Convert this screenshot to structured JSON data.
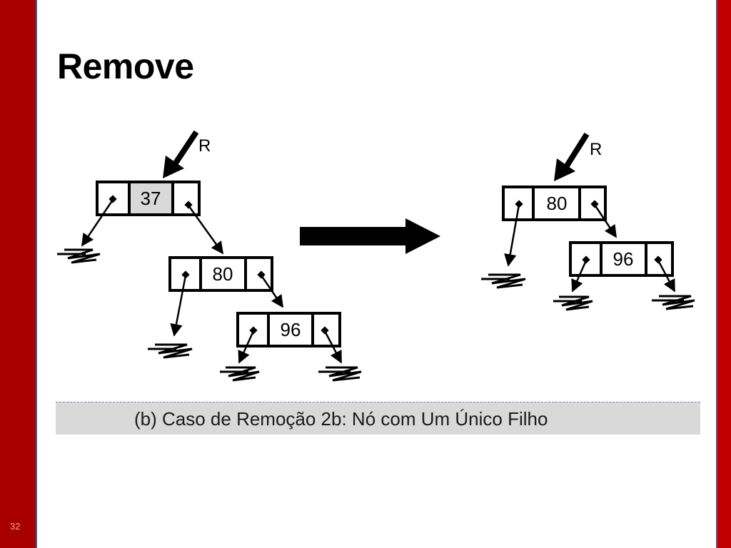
{
  "slide": {
    "title": "Remove",
    "slide_number": "32",
    "caption": "(b) Caso de Remoção 2b: Nó com Um Único Filho"
  },
  "diagram": {
    "before": {
      "root_label": "R",
      "nodes": [
        "37",
        "80",
        "96"
      ]
    },
    "after": {
      "root_label": "R",
      "nodes": [
        "80",
        "96"
      ]
    }
  },
  "colors": {
    "left_bar": "#a80000",
    "right_bar": "#c00000",
    "highlight_cell": "#d9d9d9",
    "caption_bg": "#d9d9d9"
  }
}
